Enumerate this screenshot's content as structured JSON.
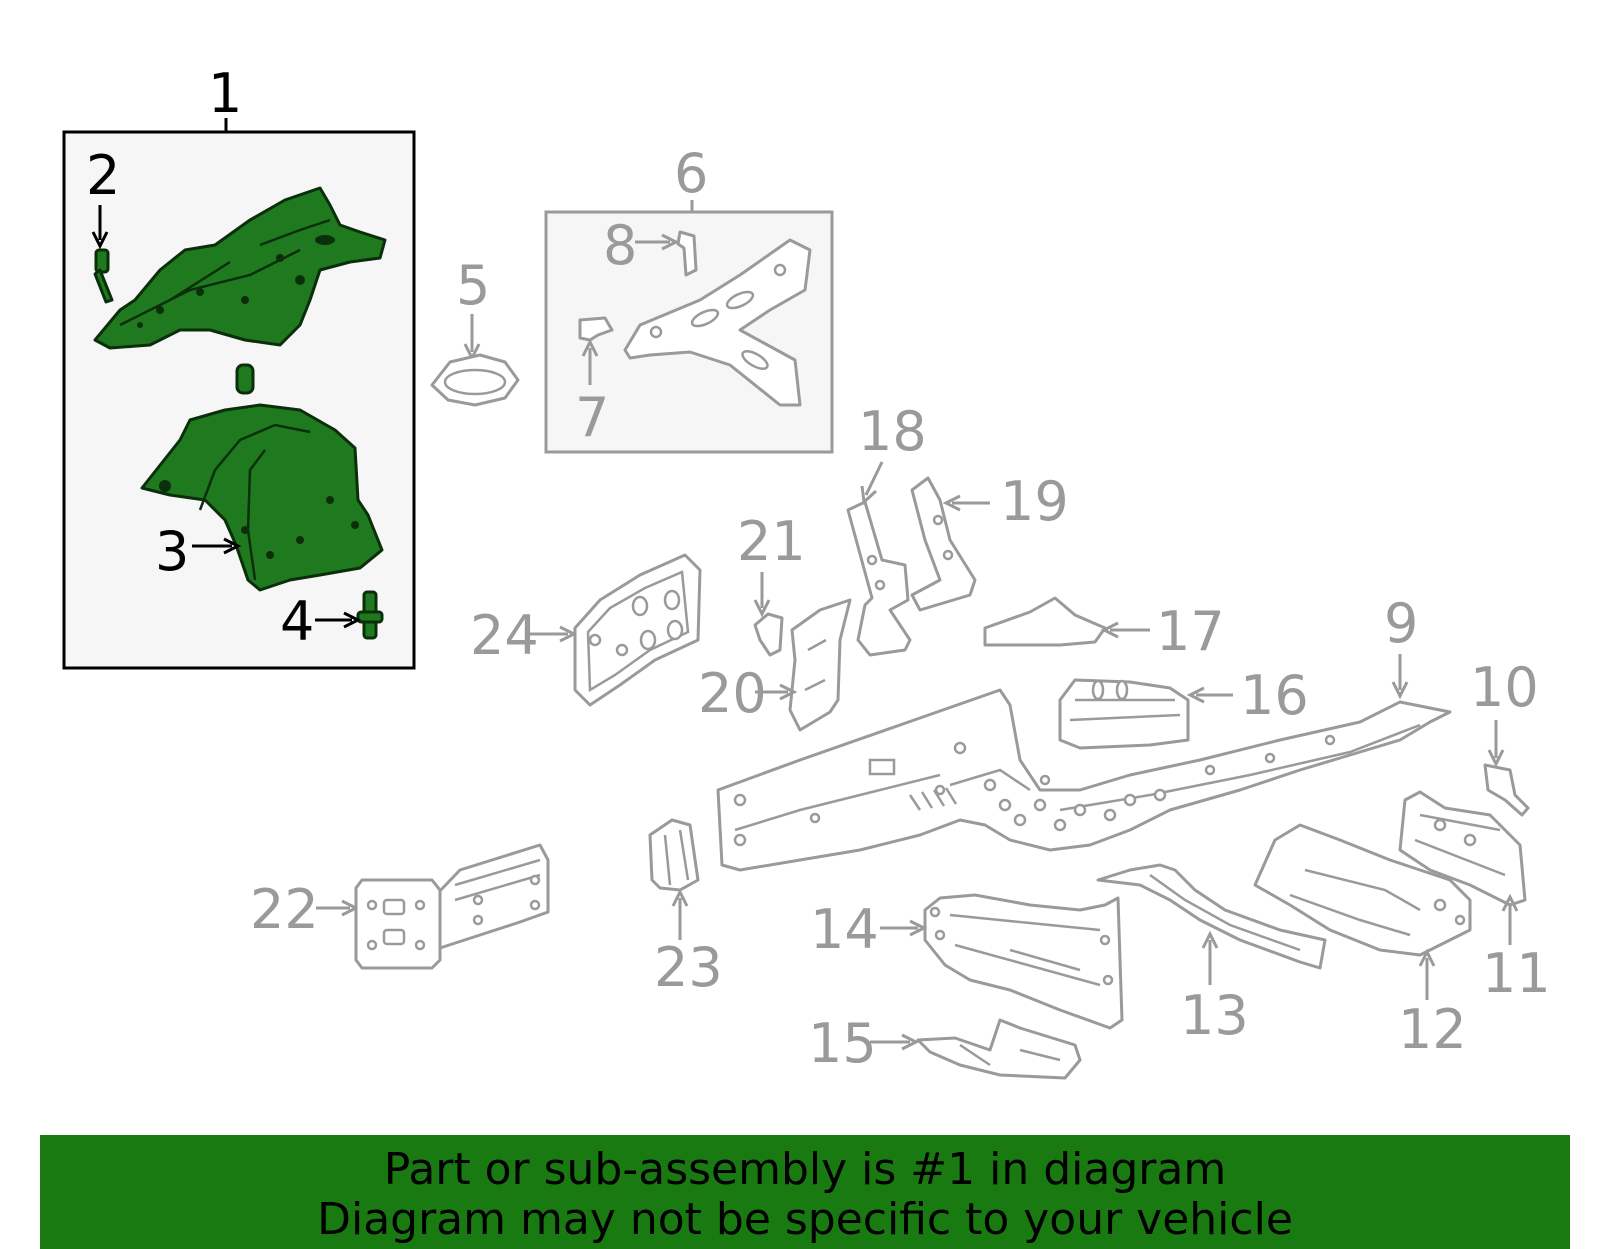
{
  "colors": {
    "highlight": "#1f7a1f",
    "banner": "#1a7a12",
    "outline": "#9a9a9a"
  },
  "callouts": {
    "c1": "1",
    "c2": "2",
    "c3": "3",
    "c4": "4",
    "c5": "5",
    "c6": "6",
    "c7": "7",
    "c8": "8",
    "c9": "9",
    "c10": "10",
    "c11": "11",
    "c12": "12",
    "c13": "13",
    "c14": "14",
    "c15": "15",
    "c16": "16",
    "c17": "17",
    "c18": "18",
    "c19": "19",
    "c20": "20",
    "c21": "21",
    "c22": "22",
    "c23": "23",
    "c24": "24"
  },
  "banner": {
    "line1": "Part or sub-assembly is #1 in diagram",
    "line2": "Diagram may not be specific to your vehicle"
  }
}
